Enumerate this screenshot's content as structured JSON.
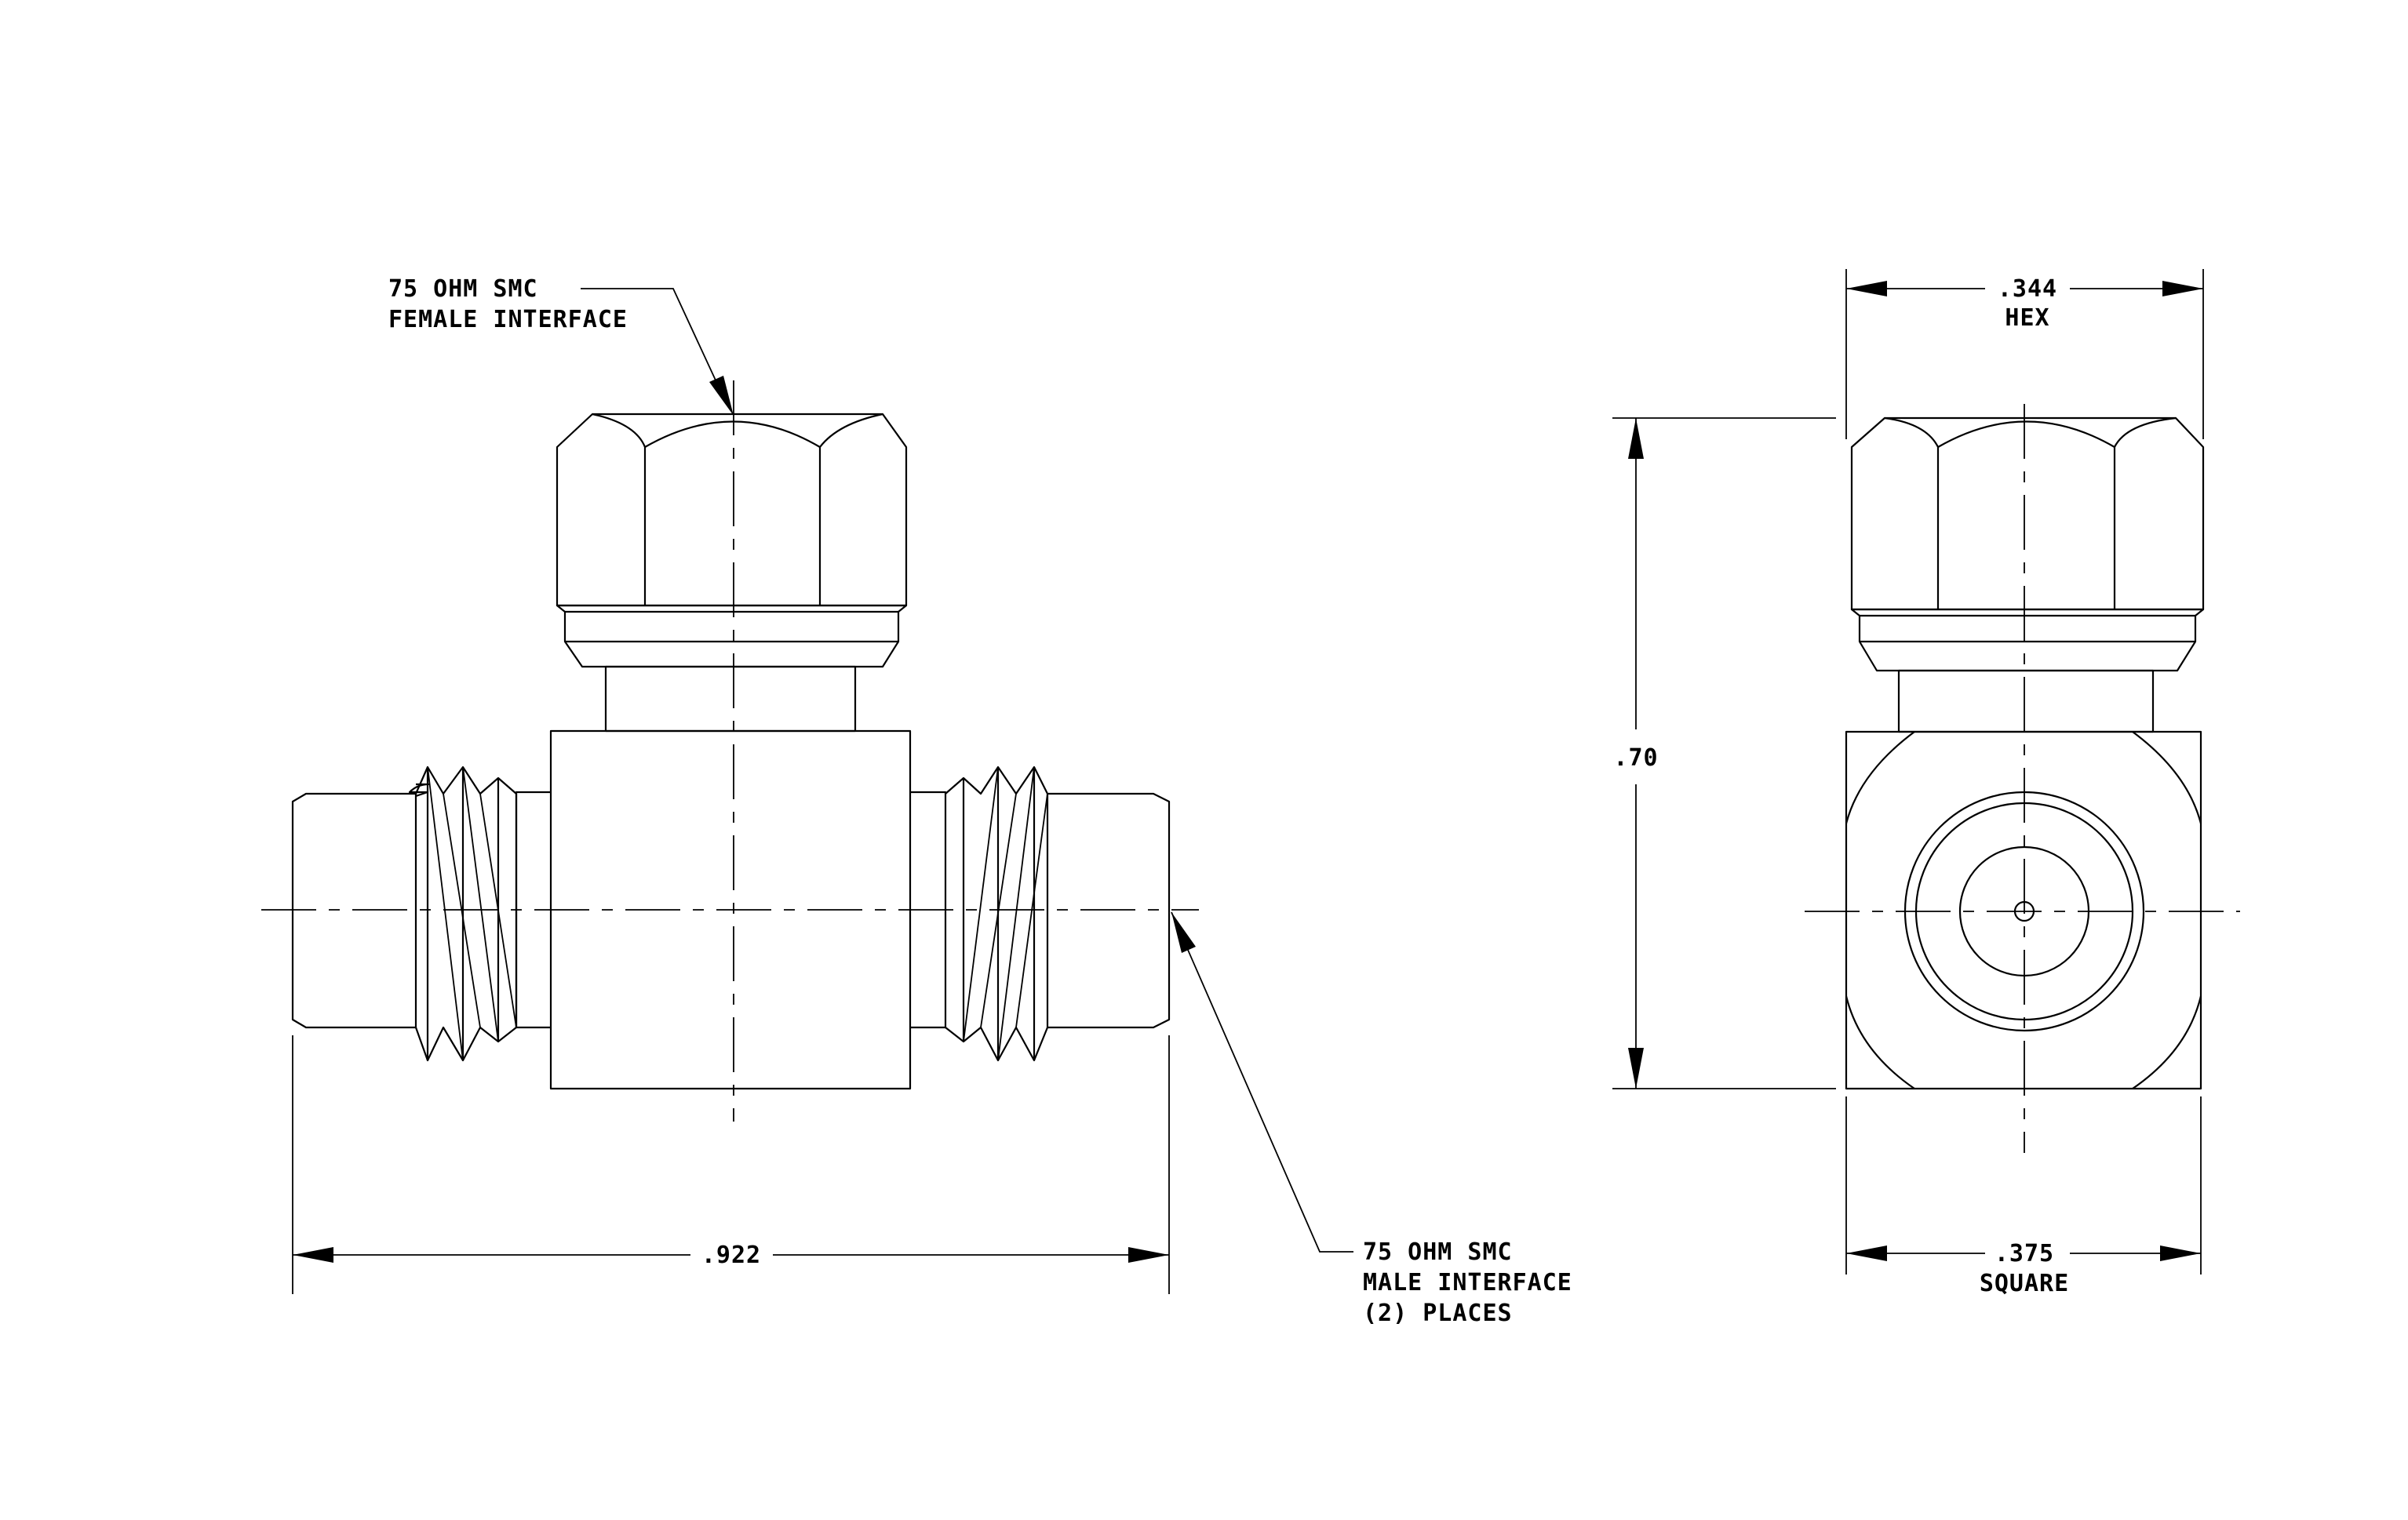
{
  "labels": {
    "female_interface": [
      "75 OHM SMC",
      "FEMALE INTERFACE"
    ],
    "male_interface": [
      "75 OHM SMC",
      "MALE INTERFACE",
      "(2)  PLACES"
    ],
    "length": ".922",
    "hex_size": ".344",
    "hex_note": "HEX",
    "height": ".70",
    "square_size": ".375",
    "square_note": "SQUARE"
  }
}
